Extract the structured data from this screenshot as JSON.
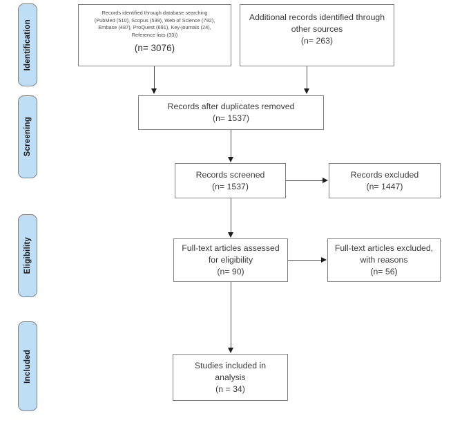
{
  "diagram": {
    "type": "prisma-flow-diagram",
    "stages": [
      {
        "id": "identification",
        "label": "Identification"
      },
      {
        "id": "screening",
        "label": "Screening"
      },
      {
        "id": "eligibility",
        "label": "Eligibility"
      },
      {
        "id": "included",
        "label": "Included"
      }
    ],
    "boxes": {
      "database_search": {
        "detail": "Records identified through database searching\n(PubMed (510), Scopus (539), Web of Science (792),\nEmbase (487), ProQuest (691), Key-journals (24),\nReference lists (33))",
        "count": "(n= 3076)"
      },
      "other_sources": {
        "text": "Additional records identified through\nother sources\n(n= 263)"
      },
      "duplicates_removed": {
        "text": "Records after duplicates removed\n(n= 1537)"
      },
      "records_screened": {
        "text": "Records screened\n(n= 1537)"
      },
      "records_excluded": {
        "text": "Records excluded\n(n= 1447)"
      },
      "fulltext_assessed": {
        "text": "Full-text articles assessed\nfor eligibility\n(n= 90)"
      },
      "fulltext_excluded": {
        "text": "Full-text articles excluded,\nwith reasons\n(n= 56)"
      },
      "studies_included": {
        "text": "Studies included in\nanalysis\n(n = 34)"
      }
    },
    "colors": {
      "stage_fill": "#bedef5",
      "stage_border": "#7f7f7f",
      "box_border": "#808080",
      "connector": "#4a4a4a",
      "text": "#3a3a3a"
    }
  }
}
